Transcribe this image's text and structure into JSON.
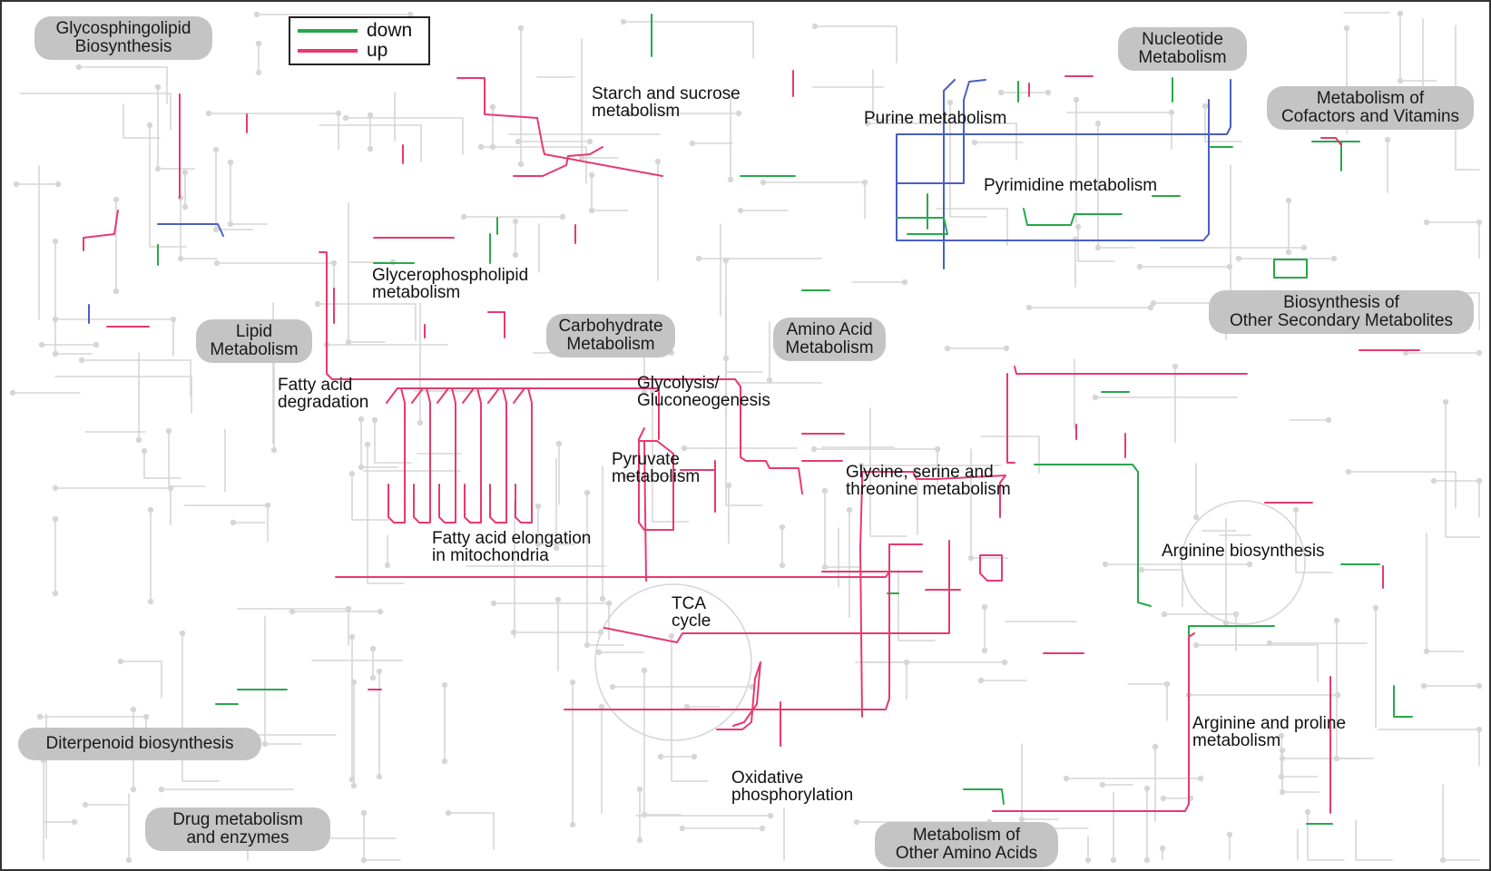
{
  "legend": {
    "down": {
      "label": "down",
      "color": "#27a84a"
    },
    "up": {
      "label": "up",
      "color": "#e8396f"
    }
  },
  "colors": {
    "background_path": "#d6d6d6",
    "blue_path": "#4a5fc1",
    "pill": "#c4c4c4"
  },
  "category_pills": {
    "glycosphingolipid": "Glycosphingolipid\nBiosynthesis",
    "nucleotide": "Nucleotide\nMetabolism",
    "cofactors": "Metabolism of\nCofactors and Vitamins",
    "secondary": "Biosynthesis of\nOther Secondary Metabolites",
    "lipid": "Lipid\nMetabolism",
    "carbohydrate": "Carbohydrate\nMetabolism",
    "amino_acid": "Amino Acid\nMetabolism",
    "diterpenoid": "Diterpenoid biosynthesis",
    "drug": "Drug metabolism\nand enzymes",
    "other_amino": "Metabolism of\nOther Amino Acids"
  },
  "pathway_labels": {
    "starch": "Starch and sucrose\nmetabolism",
    "purine": "Purine metabolism",
    "pyrimidine": "Pyrimidine metabolism",
    "glycerophospholipid": "Glycerophospholipid\nmetabolism",
    "fatty_acid_degradation": "Fatty acid\ndegradation",
    "glycolysis": "Glycolysis/\nGluconeogenesis",
    "pyruvate": "Pyruvate\nmetabolism",
    "glycine": "Glycine, serine and\nthreonine metabolism",
    "fatty_acid_elongation": "Fatty acid elongation\nin mitochondria",
    "arginine_biosynthesis": "Arginine biosynthesis",
    "tca": "TCA\ncycle",
    "arginine_proline": "Arginine and proline\nmetabolism",
    "oxidative": "Oxidative\nphosphorylation"
  }
}
